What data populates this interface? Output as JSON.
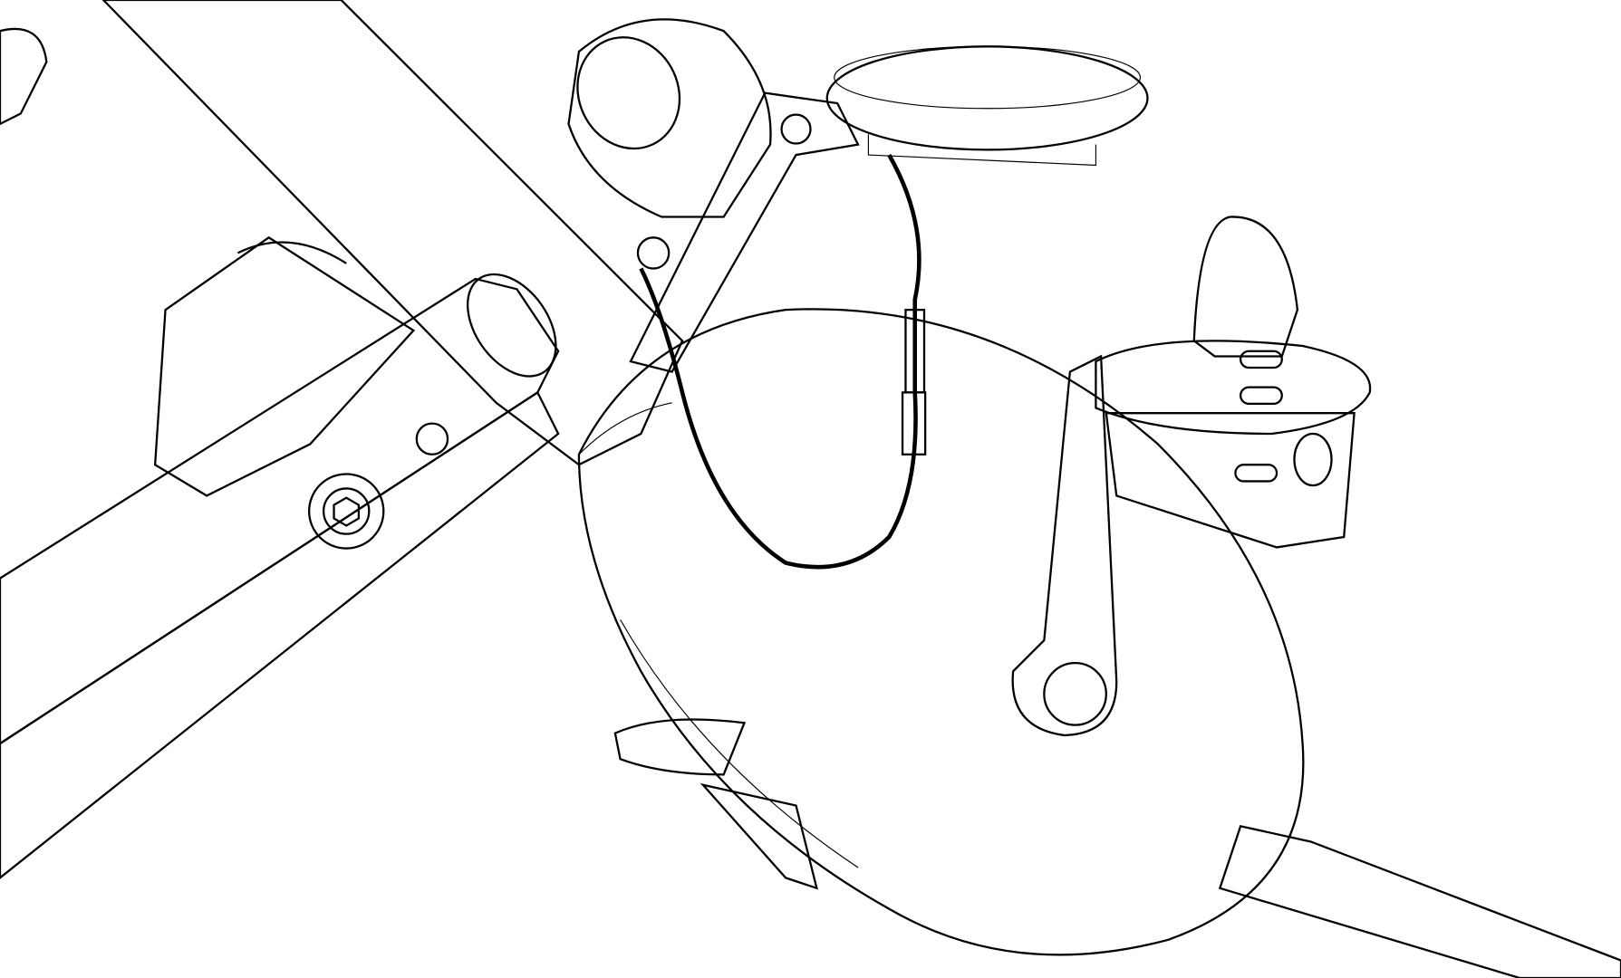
{
  "drawing": {
    "style": "wireframe line drawing",
    "subject_parts": [
      "frame-tube-upper",
      "frame-tube-lower",
      "flywheel-housing",
      "pedal-right",
      "pedal-left",
      "crank-arm",
      "tension-knob",
      "console-monitor",
      "sensor-cable",
      "rear-stabilizer-tube",
      "seat-adjust-bolt"
    ],
    "colors": {
      "line": "#000000",
      "background": "#ffffff"
    }
  }
}
